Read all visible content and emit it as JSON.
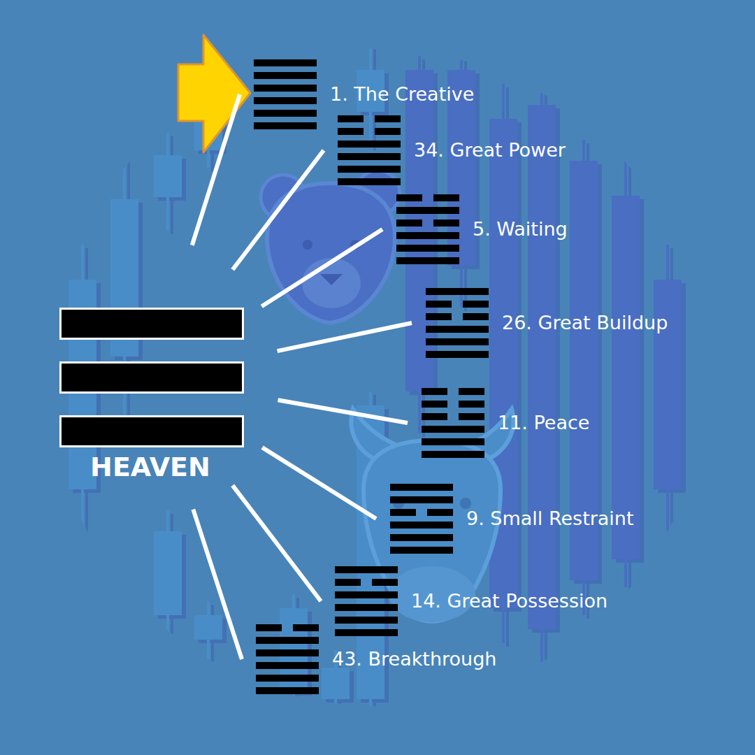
{
  "diagram": {
    "nodes": [
      {
        "text": [
          "HEAVEN"
        ]
      },
      {
        "text": [
          "1. The Creative"
        ]
      },
      {
        "text": [
          "34. Great Power"
        ]
      },
      {
        "text": [
          "5. Waiting"
        ]
      },
      {
        "text": [
          "26. Great Buildup"
        ]
      },
      {
        "text": [
          "11. Peace"
        ]
      },
      {
        "text": [
          "9. Small Restraint"
        ]
      },
      {
        "text": [
          "14. Great Possession"
        ]
      },
      {
        "text": [
          "43. Breakthrough"
        ]
      }
    ],
    "edges": [
      {
        "from": 0,
        "to": 1,
        "arrow": "none"
      },
      {
        "from": 0,
        "to": 2,
        "arrow": "none"
      },
      {
        "from": 0,
        "to": 3,
        "arrow": "none"
      },
      {
        "from": 0,
        "to": 4,
        "arrow": "none"
      },
      {
        "from": 0,
        "to": 5,
        "arrow": "none"
      },
      {
        "from": 0,
        "to": 6,
        "arrow": "none"
      },
      {
        "from": 0,
        "to": 7,
        "arrow": "none"
      },
      {
        "from": 0,
        "to": 8,
        "arrow": "none"
      }
    ]
  }
}
